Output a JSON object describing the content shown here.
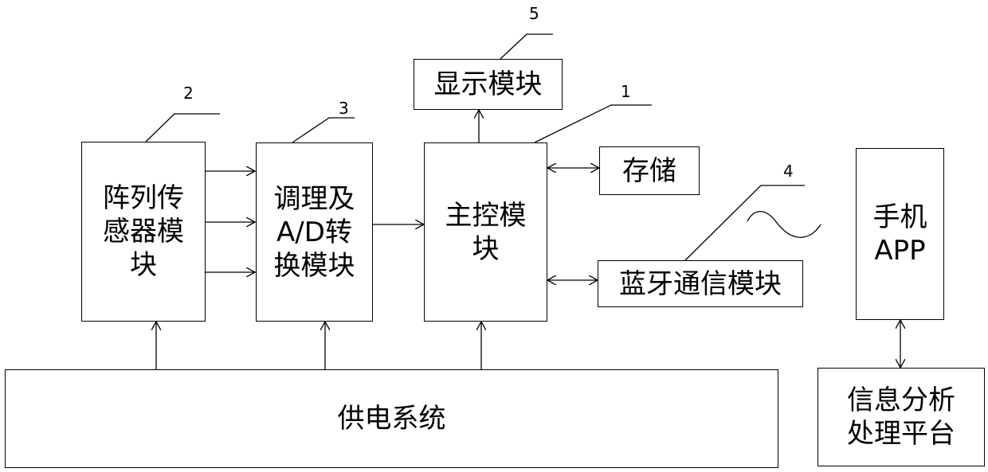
{
  "blocks": {
    "sensor_array": "阵列传\n感器模\n块",
    "conditioning_ad": "调理及\nA/D转\n换模块",
    "main_control": "主控模\n块",
    "display": "显示模块",
    "storage": "存储",
    "bluetooth": "蓝牙通信模块",
    "phone_app": "手机\nAPP",
    "info_platform": "信息分析\n处理平台",
    "power_supply": "供电系统"
  },
  "reference_numbers": {
    "main_control": "1",
    "sensor_array": "2",
    "conditioning_ad": "3",
    "bluetooth": "4",
    "display": "5"
  }
}
